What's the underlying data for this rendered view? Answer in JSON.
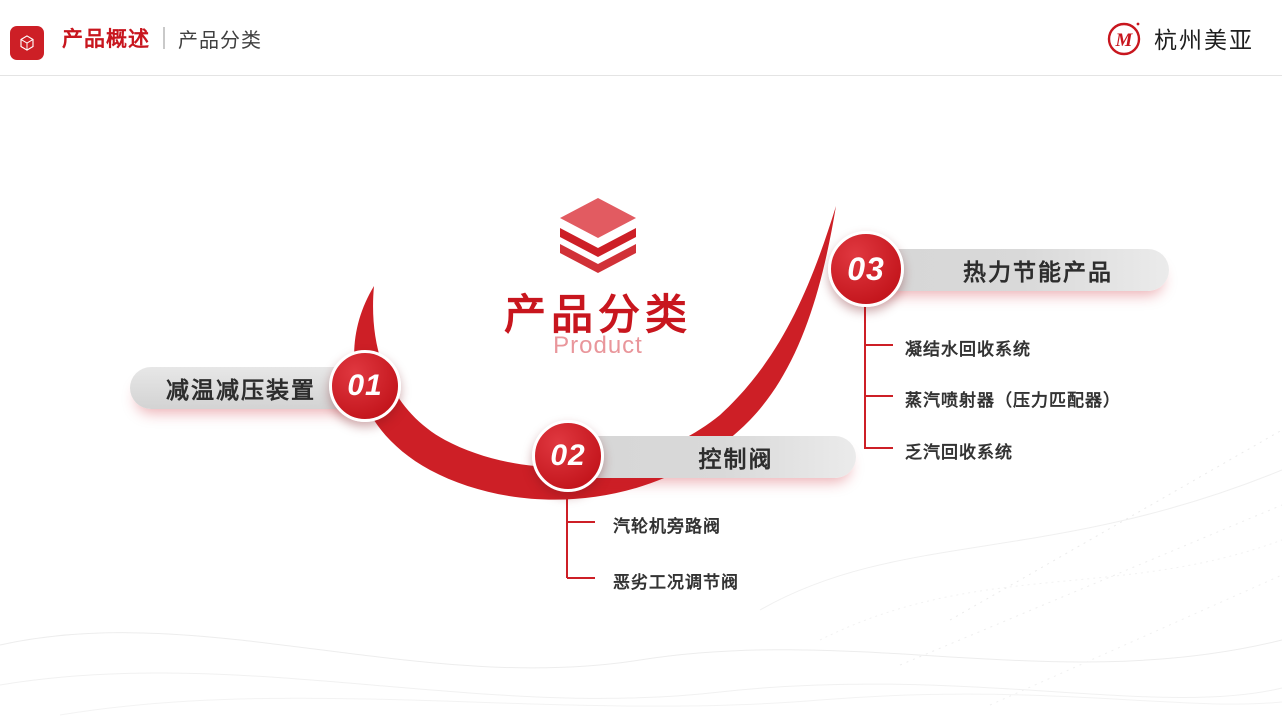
{
  "header": {
    "primary": "产品概述",
    "secondary": "产品分类",
    "brand": "杭州美亚",
    "brand_mark": "M"
  },
  "center": {
    "title": "产品分类",
    "subtitle": "Product"
  },
  "nodes": [
    {
      "number": "01",
      "label": "减温减压装置",
      "children": []
    },
    {
      "number": "02",
      "label": "控制阀",
      "children": [
        "汽轮机旁路阀",
        "恶劣工况调节阀"
      ]
    },
    {
      "number": "03",
      "label": "热力节能产品",
      "children": [
        "凝结水回收系统",
        "蒸汽喷射器（压力匹配器）",
        "乏汽回收系统"
      ]
    }
  ],
  "colors": {
    "accent": "#CD1F26",
    "accent_dark": "#C8161E",
    "pill_gray": "#D9D9D9",
    "text_dark": "#333333"
  }
}
